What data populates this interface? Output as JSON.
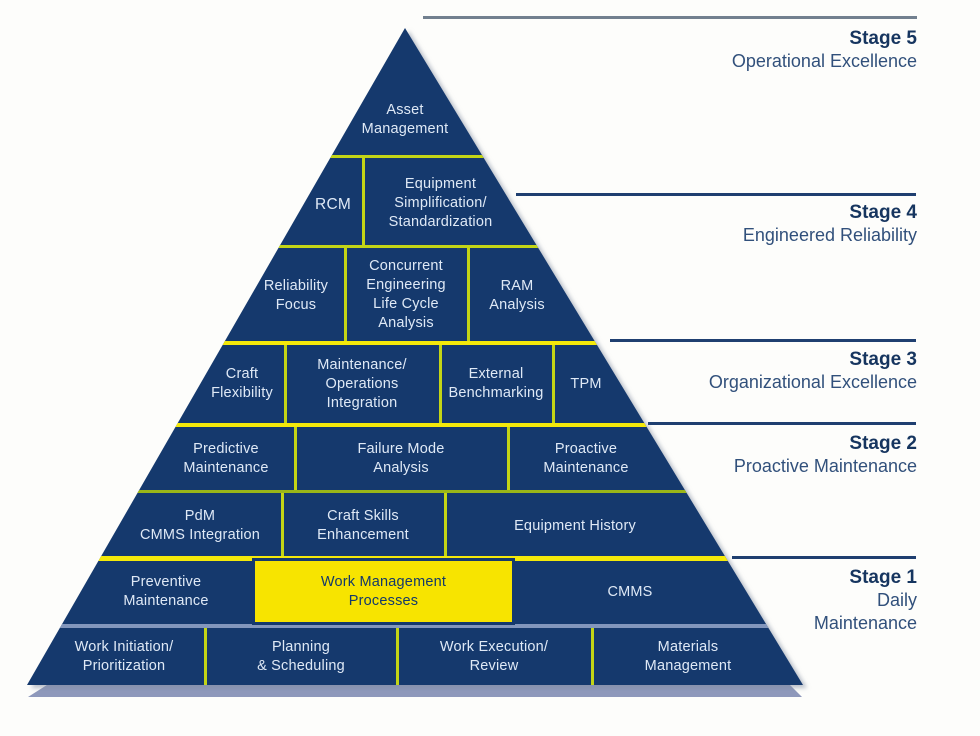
{
  "diagram": {
    "type": "maturity-pyramid",
    "highlight_color": "#f7e400",
    "pyramid_color": "#15396d",
    "base_bar_color": "#8e98bb"
  },
  "pyramid": {
    "rows": [
      {
        "cells": [
          {
            "label": "Asset\nManagement"
          }
        ]
      },
      {
        "cells": [
          {
            "label": "RCM"
          },
          {
            "label": "Equipment\nSimplification/\nStandardization"
          }
        ]
      },
      {
        "cells": [
          {
            "label": "Reliability\nFocus"
          },
          {
            "label": "Concurrent\nEngineering\nLife Cycle\nAnalysis"
          },
          {
            "label": "RAM\nAnalysis"
          }
        ]
      },
      {
        "cells": [
          {
            "label": "Craft\nFlexibility"
          },
          {
            "label": "Maintenance/\nOperations\nIntegration"
          },
          {
            "label": "External\nBenchmarking"
          },
          {
            "label": "TPM"
          }
        ]
      },
      {
        "cells": [
          {
            "label": "Predictive\nMaintenance"
          },
          {
            "label": "Failure Mode\nAnalysis"
          },
          {
            "label": "Proactive\nMaintenance"
          }
        ]
      },
      {
        "cells": [
          {
            "label": "PdM\nCMMS Integration"
          },
          {
            "label": "Craft Skills\nEnhancement"
          },
          {
            "label": "Equipment History"
          }
        ]
      },
      {
        "cells": [
          {
            "label": "Preventive\nMaintenance"
          },
          {
            "label": "Work Management\nProcesses",
            "highlighted": true
          },
          {
            "label": "CMMS"
          }
        ]
      },
      {
        "cells": [
          {
            "label": "Work Initiation/\nPrioritization"
          },
          {
            "label": "Planning\n& Scheduling"
          },
          {
            "label": "Work Execution/\nReview"
          },
          {
            "label": "Materials\nManagement"
          }
        ]
      }
    ]
  },
  "stages": [
    {
      "stage": "Stage 5",
      "name": "Operational Excellence"
    },
    {
      "stage": "Stage 4",
      "name": "Engineered Reliability"
    },
    {
      "stage": "Stage 3",
      "name": "Organizational Excellence"
    },
    {
      "stage": "Stage 2",
      "name": "Proactive Maintenance"
    },
    {
      "stage": "Stage 1",
      "name": "Daily\nMaintenance"
    }
  ]
}
